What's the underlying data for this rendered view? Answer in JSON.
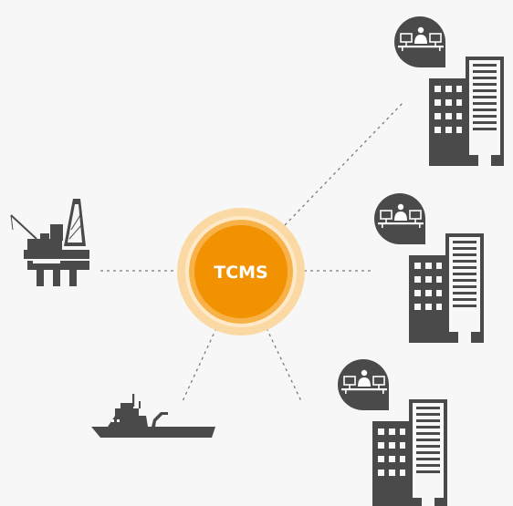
{
  "hub": {
    "label": "TCMS",
    "colors": {
      "core": "#f39200",
      "ring_inner": "#f7b24a",
      "ring_outer": "#fbd9a4"
    }
  },
  "nodes": [
    {
      "id": "offshore-platform",
      "icon": "oil-platform-icon"
    },
    {
      "id": "vessel",
      "icon": "ship-icon"
    },
    {
      "id": "office-top",
      "icon": "office-building-with-operator-icon"
    },
    {
      "id": "office-middle",
      "icon": "office-building-with-operator-icon"
    },
    {
      "id": "office-bottom",
      "icon": "office-building-with-operator-icon"
    }
  ],
  "colors": {
    "icon": "#4a4a4a",
    "connector": "#7a7a7a",
    "background": "#f7f7f7"
  }
}
